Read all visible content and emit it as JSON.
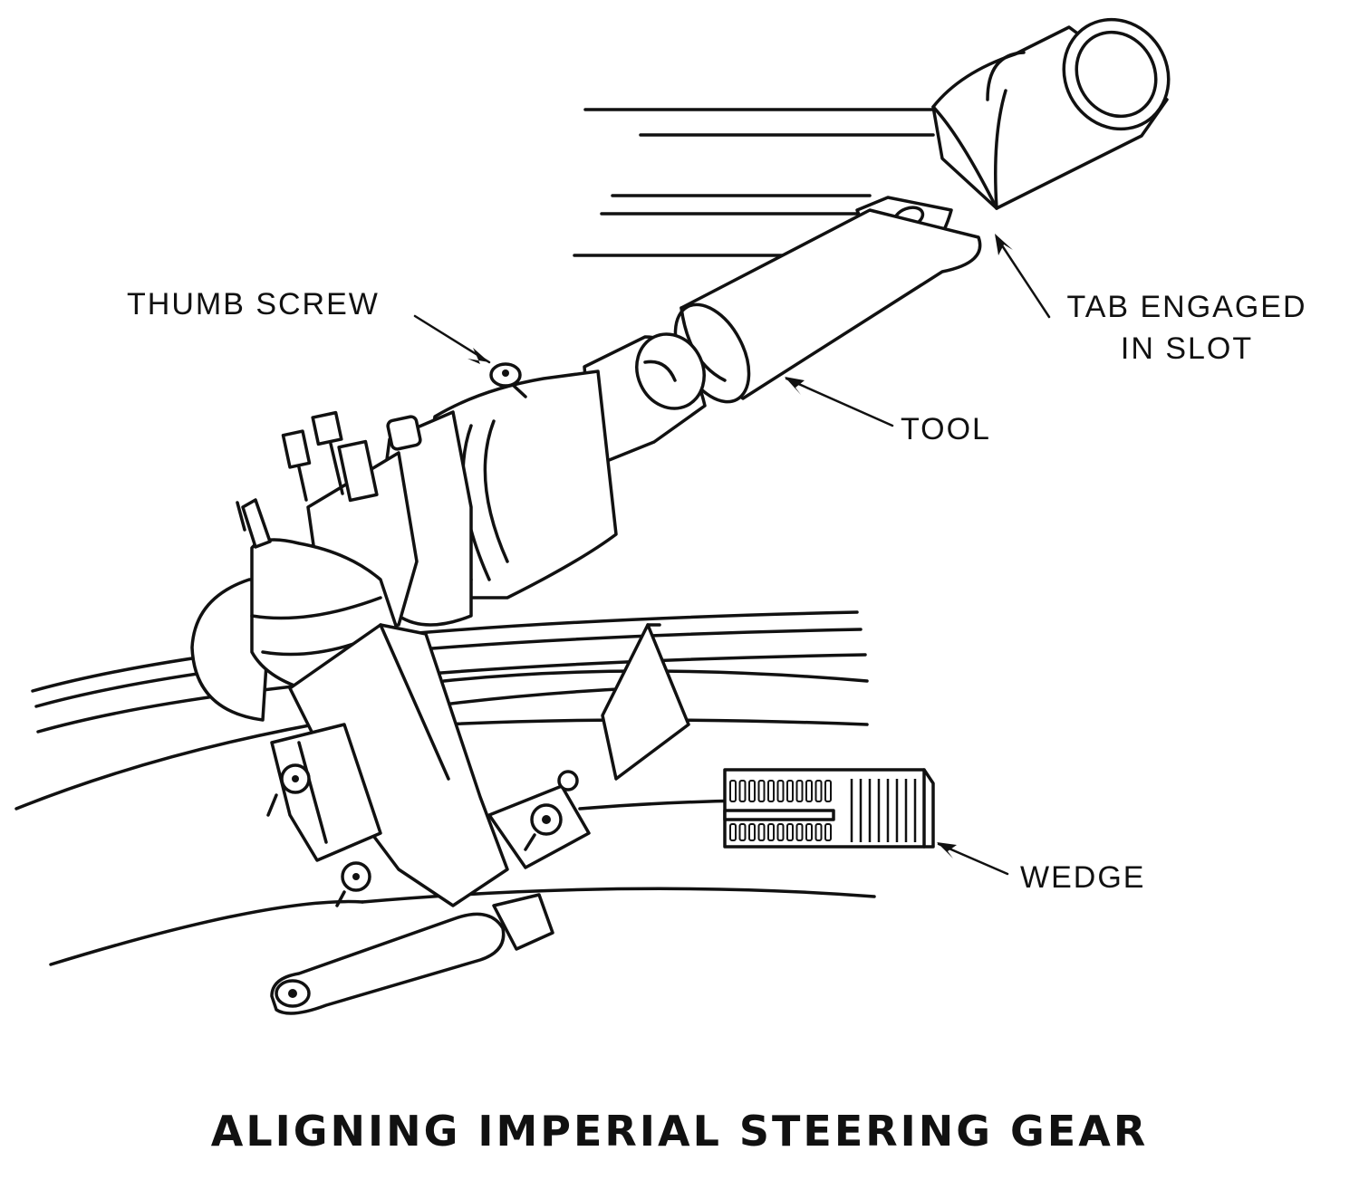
{
  "labels": {
    "thumb_screw": "THUMB SCREW",
    "tab_engaged_line1": "TAB ENGAGED",
    "tab_engaged_line2": "IN SLOT",
    "tool": "TOOL",
    "wedge": "WEDGE"
  },
  "caption": "ALIGNING IMPERIAL STEERING GEAR",
  "colors": {
    "ink": "#111111",
    "paper": "#ffffff"
  }
}
